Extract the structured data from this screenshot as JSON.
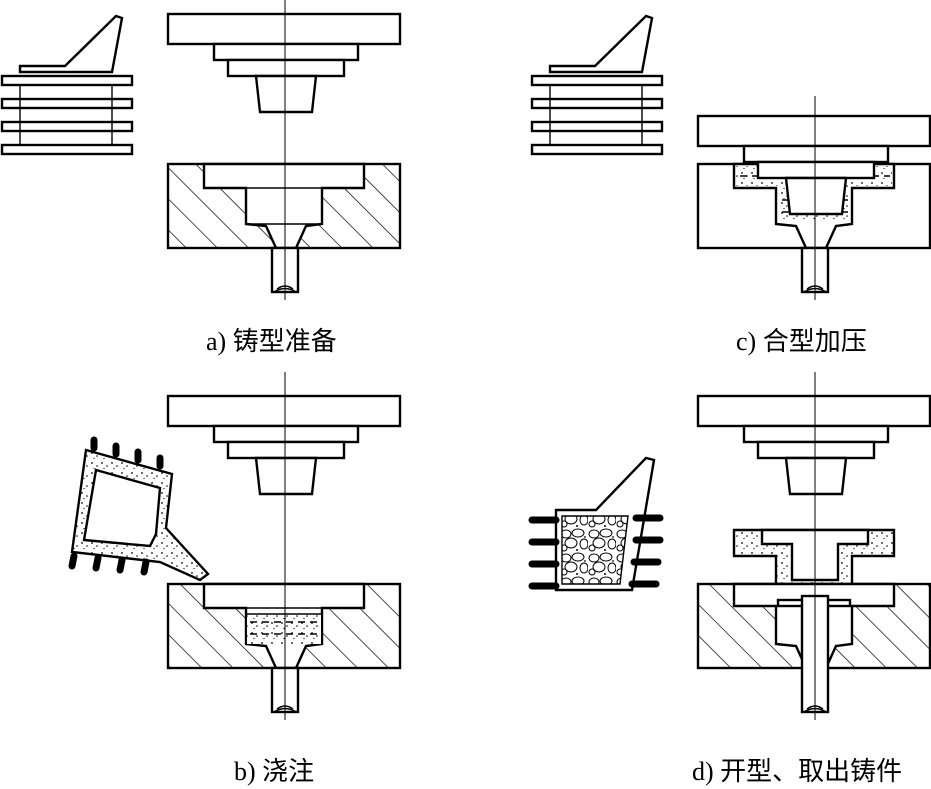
{
  "panels": [
    {
      "id": "a",
      "caption": "a) 铸型准备"
    },
    {
      "id": "b",
      "caption": "b) 浇注"
    },
    {
      "id": "c",
      "caption": "c) 合型加压"
    },
    {
      "id": "d",
      "caption": "d) 开型、取出铸件"
    }
  ],
  "colors": {
    "line": "#000000",
    "background": "#ffffff"
  }
}
